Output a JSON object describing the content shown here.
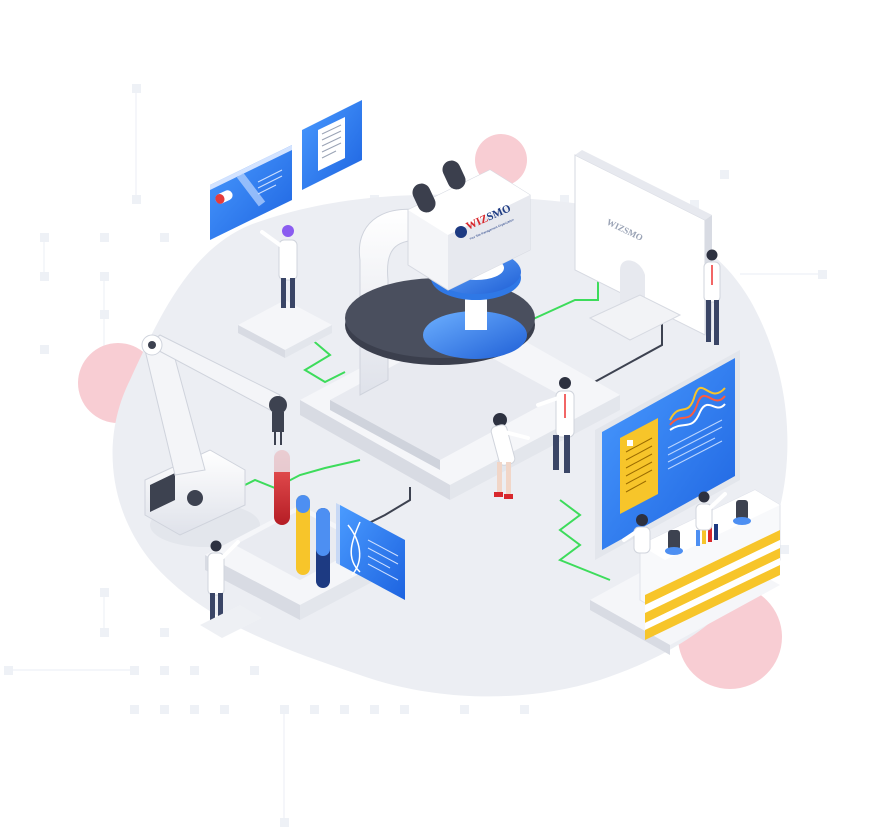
{
  "illustration": {
    "brand": {
      "name_red": "WIZ",
      "name_blue": "SMO",
      "tagline": "Your Site Management Organization",
      "monitor_logo": "WIZSMO"
    },
    "colors": {
      "accent_blue": "#3d8ef0",
      "deep_blue": "#1f5fd6",
      "pink": "#f6c9cf",
      "gold": "#f7c52a",
      "green_line": "#3ddc5b",
      "base_gray": "#eceef3",
      "brand_red": "#d8272c",
      "brand_navy": "#1d3a82"
    },
    "icons": [
      "microscope-icon",
      "robot-arm-icon",
      "test-tube-icon",
      "dna-icon",
      "monitor-icon",
      "document-icon",
      "capsule-icon",
      "chart-icon"
    ]
  }
}
